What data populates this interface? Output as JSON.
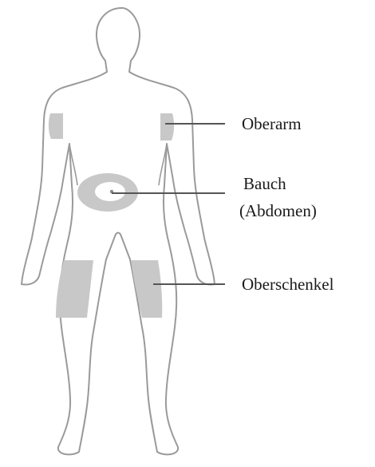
{
  "labels": {
    "upper_arm": "Oberarm",
    "abdomen_line1": "Bauch",
    "abdomen_line2": "(Abdomen)",
    "thigh": "Oberschenkel"
  },
  "colors": {
    "outline": "#9a9a9a",
    "zone": "#c8c8c8",
    "leader": "#555555"
  }
}
